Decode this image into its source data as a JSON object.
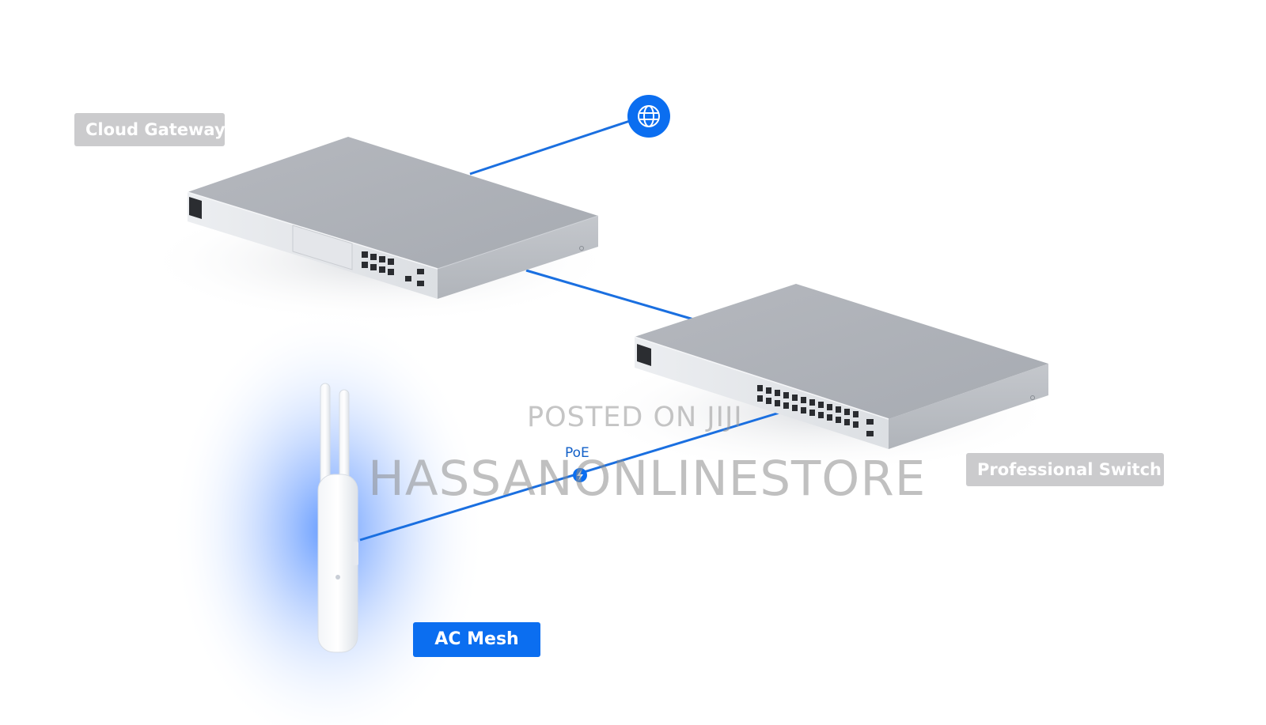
{
  "labels": {
    "cloud_gateway": "Cloud Gateway",
    "professional_switch": "Professional Switch",
    "ac_mesh": "AC Mesh",
    "poe": "PoE"
  },
  "watermark": {
    "line1": "POSTED ON JIJI",
    "line2": "HASSANONLINESTORE"
  },
  "colors": {
    "accent_blue": "#0b6ef0",
    "link_blue": "#1a6fe0",
    "label_gray": "#cbcbcd",
    "device_silver": "#b9bdc4"
  },
  "icons": {
    "internet": "globe-icon",
    "poe_node": "lightning-bolt-icon"
  }
}
